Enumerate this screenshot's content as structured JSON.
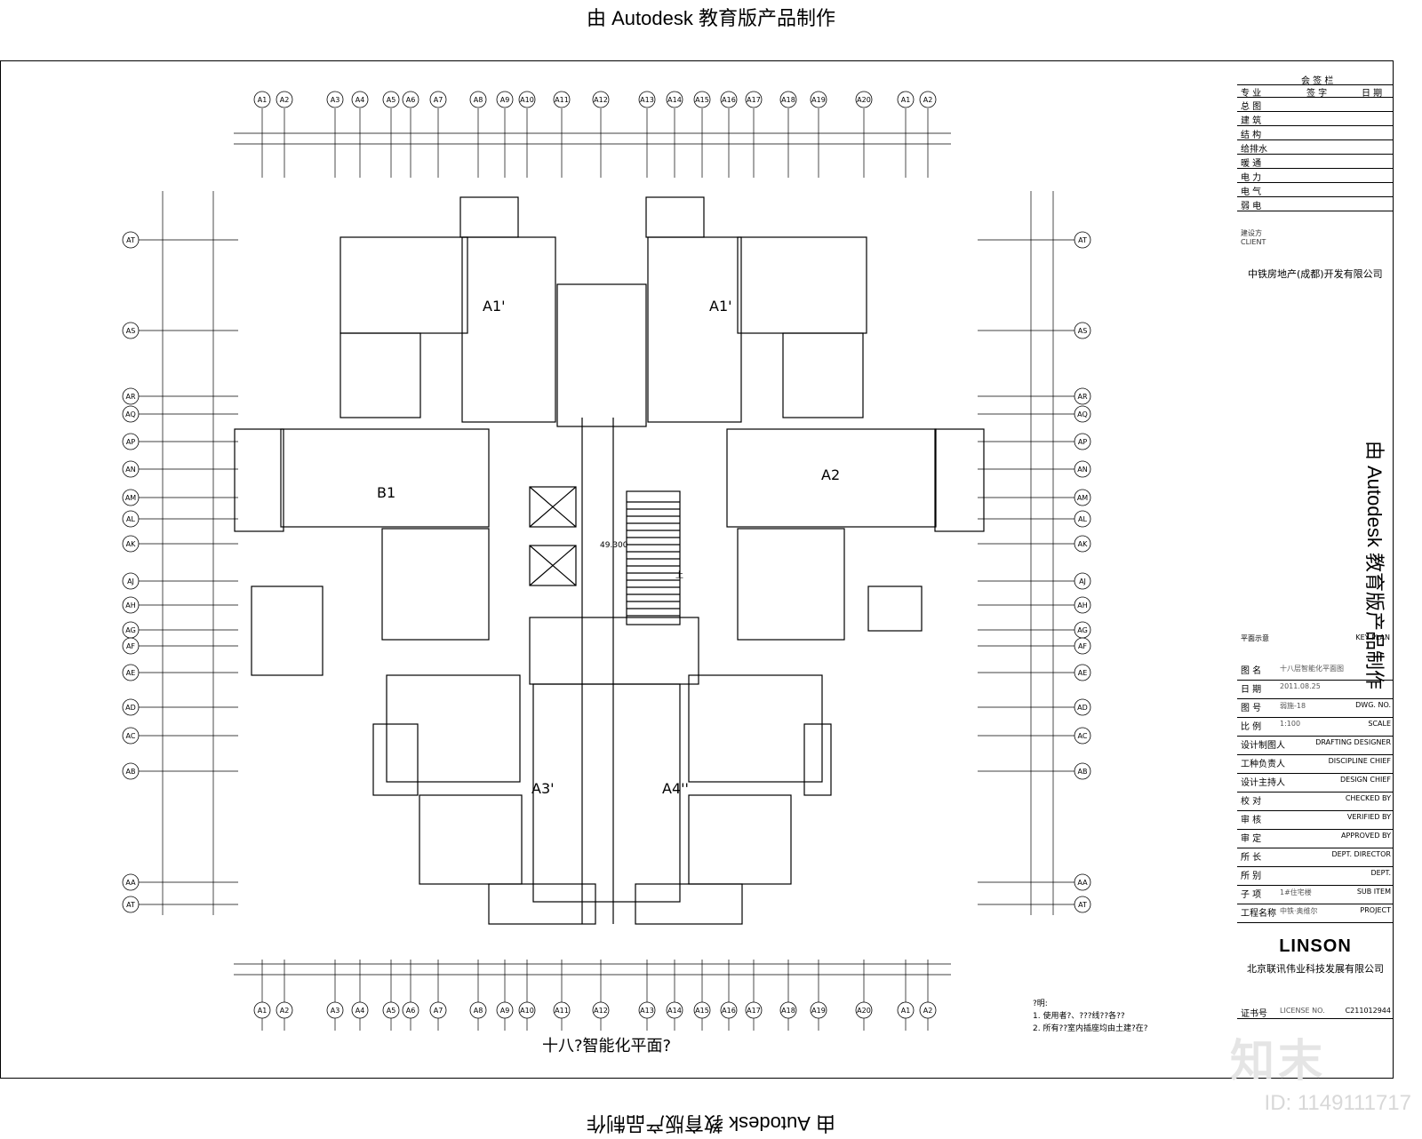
{
  "stamps": {
    "education": "由 Autodesk 教育版产品制作"
  },
  "title_block": {
    "header": "会 签 栏",
    "sign_cols": [
      "专 业",
      "签 字",
      "日 期"
    ],
    "disciplines": [
      "总 图",
      "建 筑",
      "结 构",
      "给排水",
      "暖 通",
      "电 力",
      "电 气",
      "弱 电"
    ],
    "client_label": "建设方\nCLIENT",
    "client": "中铁房地产(成都)开发有限公司",
    "key_plan": "平面示意",
    "key_plan_en": "KEY PLAN",
    "info_rows": [
      {
        "cn": "图 名",
        "val": "十八层智能化平面图",
        "en": ""
      },
      {
        "cn": "日 期",
        "val": "2011.08.25",
        "en": ""
      },
      {
        "cn": "图 号",
        "val": "弱施-18",
        "en": "DWG. NO."
      },
      {
        "cn": "比 例",
        "val": "1:100",
        "en": "SCALE"
      },
      {
        "cn": "设计制图人",
        "val": "",
        "en": "DRAFTING DESIGNER"
      },
      {
        "cn": "工种负责人",
        "val": "",
        "en": "DISCIPLINE CHIEF"
      },
      {
        "cn": "设计主持人",
        "val": "",
        "en": "DESIGN CHIEF"
      },
      {
        "cn": "校 对",
        "val": "",
        "en": "CHECKED BY"
      },
      {
        "cn": "审 核",
        "val": "",
        "en": "VERIFIED BY"
      },
      {
        "cn": "审 定",
        "val": "",
        "en": "APPROVED BY"
      },
      {
        "cn": "所 长",
        "val": "",
        "en": "DEPT. DIRECTOR"
      },
      {
        "cn": "所 别",
        "val": "",
        "en": "DEPT."
      },
      {
        "cn": "子 项",
        "val": "1#住宅楼",
        "en": "SUB ITEM"
      },
      {
        "cn": "工程名称",
        "val": "中铁·奥维尔",
        "en": "PROJECT"
      }
    ],
    "logo": "LINSON",
    "company": "北京联讯伟业科技发展有限公司",
    "license_cn": "证书号",
    "license_en": "LICENSE NO.",
    "license_val": "C211012944"
  },
  "plan": {
    "title": "十八?智能化平面?",
    "units": [
      "A1'",
      "A1'",
      "B1",
      "A2",
      "A3'",
      "A4''"
    ],
    "elevation": "49.300",
    "stair_label": "上",
    "notes": [
      "?明:",
      "1. 使用者?、???线??各??",
      "2. 所有??室内插座均由土建?在?"
    ],
    "axis_bubbles_top": [
      "A1",
      "A2",
      "A3",
      "A4",
      "A5",
      "A6",
      "A7",
      "A8",
      "A9",
      "A10",
      "A11",
      "A12",
      "A13",
      "A14",
      "A15",
      "A16",
      "A17",
      "A18",
      "A19",
      "A20"
    ],
    "axis_bubbles_side": [
      "AT",
      "AS",
      "AR",
      "AQ",
      "AP",
      "AN",
      "AM",
      "AL",
      "AK",
      "AJ",
      "AH",
      "AG",
      "AF",
      "AE",
      "AD",
      "AC",
      "AB",
      "AA"
    ]
  },
  "watermark": {
    "id": "ID: 1149111717",
    "brand": "知末"
  }
}
